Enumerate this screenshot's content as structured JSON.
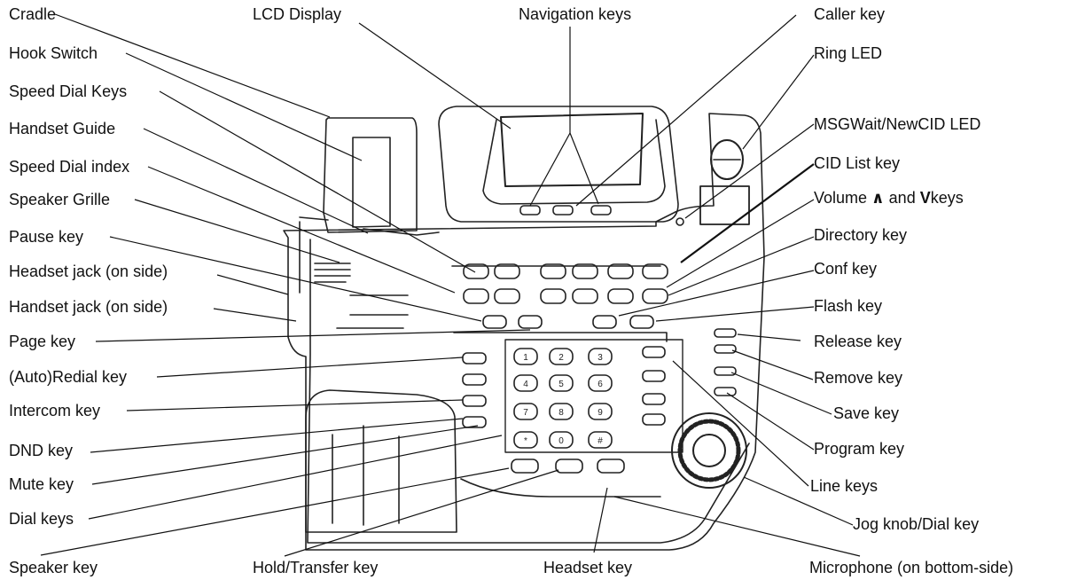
{
  "labels": {
    "left": [
      "Cradle",
      "Hook Switch",
      "Speed Dial Keys",
      "Handset Guide",
      "Speed Dial index",
      "Speaker Grille",
      "Pause key",
      "Headset jack (on side)",
      "Handset jack (on side)",
      "Page key",
      "(Auto)Redial key",
      "Intercom key",
      "DND key",
      "Mute key",
      "Dial keys"
    ],
    "top": [
      "LCD Display",
      "Navigation keys",
      "Caller key"
    ],
    "right": [
      "Ring LED",
      "MSGWait/NewCID LED",
      "CID List key",
      "Directory key",
      "Conf key",
      "Flash key",
      "Release key",
      "Remove key",
      "Save key",
      "Program key",
      "Line keys",
      "Jog knob/Dial key"
    ],
    "volume": {
      "prefix": "Volume ",
      "up": "∧",
      "mid": " and ",
      "down": "V",
      "suffix": "keys"
    },
    "bottom": [
      "Speaker key",
      "Hold/Transfer key",
      "Headset key",
      "Microphone (on bottom-side)"
    ]
  },
  "keypad": [
    "1",
    "2",
    "3",
    "4",
    "5",
    "6",
    "7",
    "8",
    "9",
    "*",
    "0",
    "#"
  ]
}
